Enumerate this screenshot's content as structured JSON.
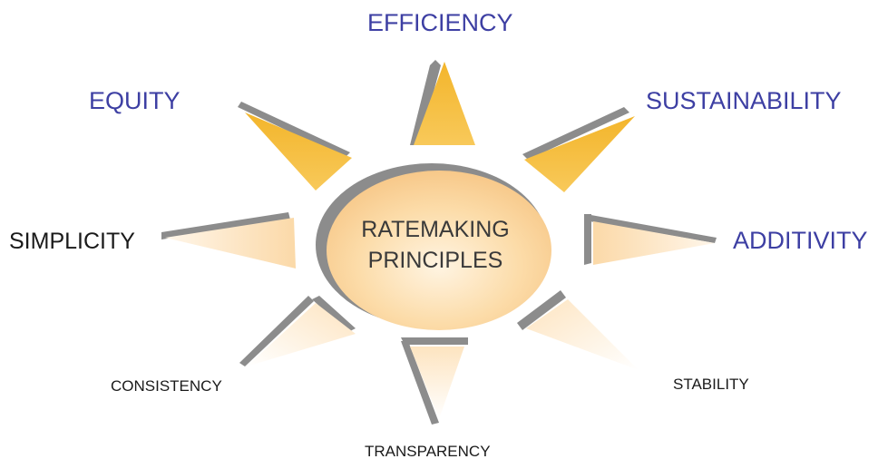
{
  "center": {
    "line1": "RATEMAKING",
    "line2": "PRINCIPLES"
  },
  "principles": {
    "efficiency": "EFFICIENCY",
    "sustainability": "SUSTAINABILITY",
    "equity": "EQUITY",
    "simplicity": "SIMPLICITY",
    "additivity": "ADDITIVITY",
    "consistency": "CONSISTENCY",
    "stability": "STABILITY",
    "transparency": "TRANSPARENCY"
  },
  "colors": {
    "label_blue": "#3d3fa3",
    "label_dark": "#1a1a1a",
    "ray_gold": "#f5bf3c",
    "ray_pale": "#fde7c4",
    "shadow_gray": "#8c8c8c"
  }
}
